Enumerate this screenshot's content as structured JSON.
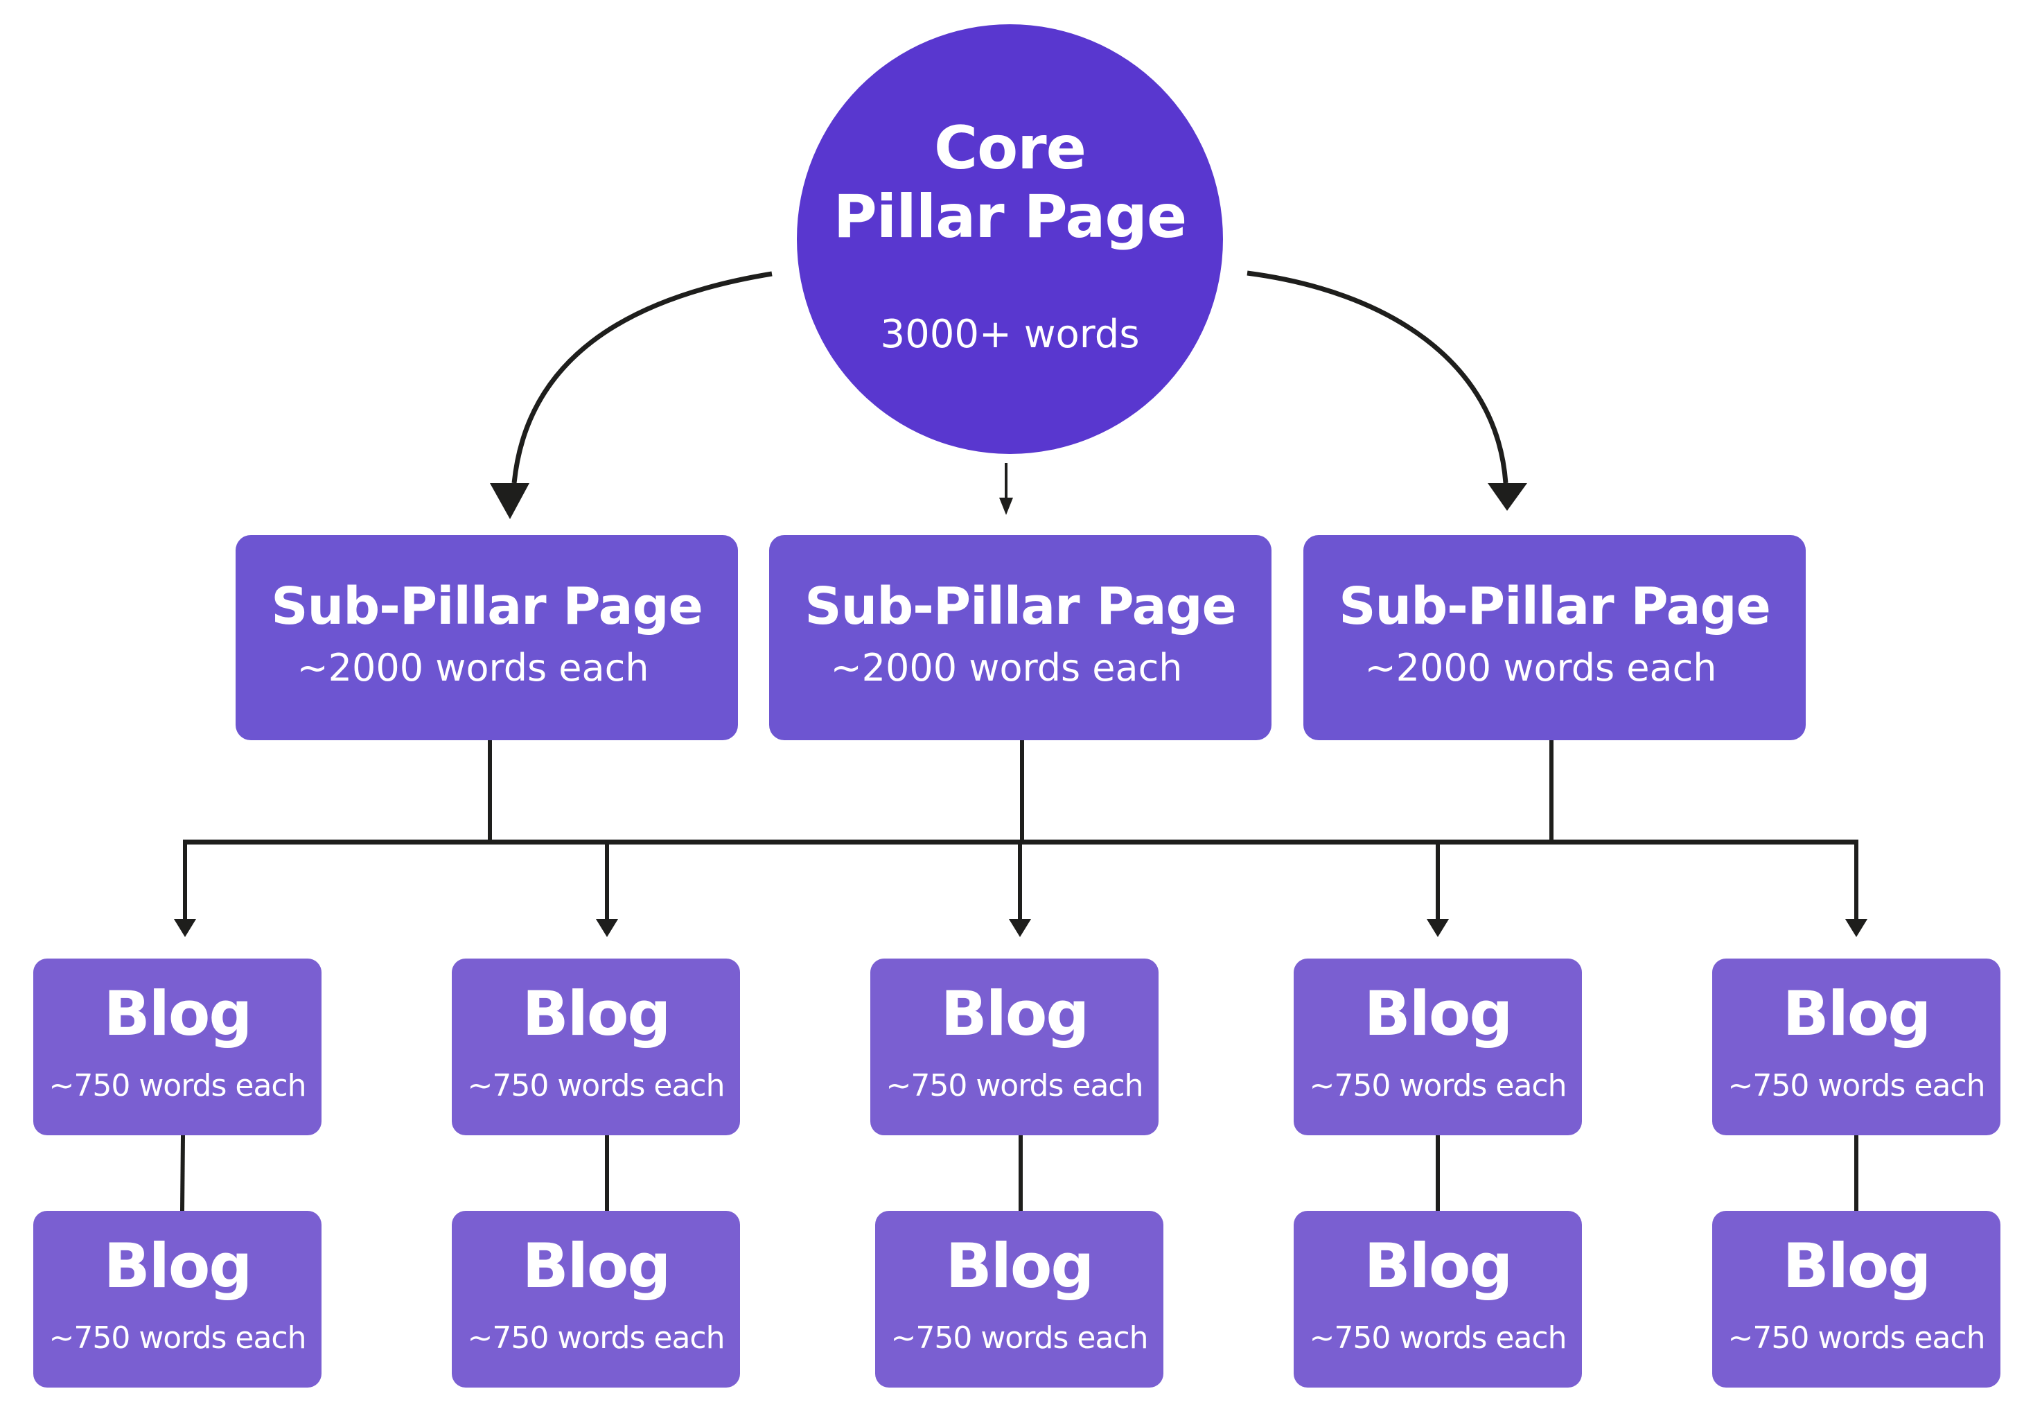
{
  "diagram": {
    "colors": {
      "core": "#5937cf",
      "sub_pillar": "#6d55d1",
      "blog": "#7a5fd1",
      "connector": "#1e1e1c",
      "text": "#ffffff"
    },
    "core": {
      "title_line1": "Core",
      "title_line2": "Pillar Page",
      "subtitle": "3000+ words"
    },
    "sub_pillars": [
      {
        "title": "Sub-Pillar Page",
        "subtitle": "~2000 words each"
      },
      {
        "title": "Sub-Pillar Page",
        "subtitle": "~2000 words each"
      },
      {
        "title": "Sub-Pillar Page",
        "subtitle": "~2000 words each"
      }
    ],
    "blogs_row1": [
      {
        "title": "Blog",
        "subtitle": "~750 words each"
      },
      {
        "title": "Blog",
        "subtitle": "~750 words each"
      },
      {
        "title": "Blog",
        "subtitle": "~750 words each"
      },
      {
        "title": "Blog",
        "subtitle": "~750 words each"
      },
      {
        "title": "Blog",
        "subtitle": "~750 words each"
      }
    ],
    "blogs_row2": [
      {
        "title": "Blog",
        "subtitle": "~750 words each"
      },
      {
        "title": "Blog",
        "subtitle": "~750 words each"
      },
      {
        "title": "Blog",
        "subtitle": "~750 words each"
      },
      {
        "title": "Blog",
        "subtitle": "~750 words each"
      },
      {
        "title": "Blog",
        "subtitle": "~750 words each"
      }
    ],
    "edges": [
      {
        "from": "core",
        "to": "sub_pillar_1",
        "style": "curved-arrow"
      },
      {
        "from": "core",
        "to": "sub_pillar_2",
        "style": "arrow"
      },
      {
        "from": "core",
        "to": "sub_pillar_3",
        "style": "curved-arrow"
      },
      {
        "from": "sub_pillars",
        "to": "blogs_row1",
        "style": "bus-arrows"
      },
      {
        "from": "blogs_row1",
        "to": "blogs_row2",
        "style": "line"
      }
    ]
  }
}
